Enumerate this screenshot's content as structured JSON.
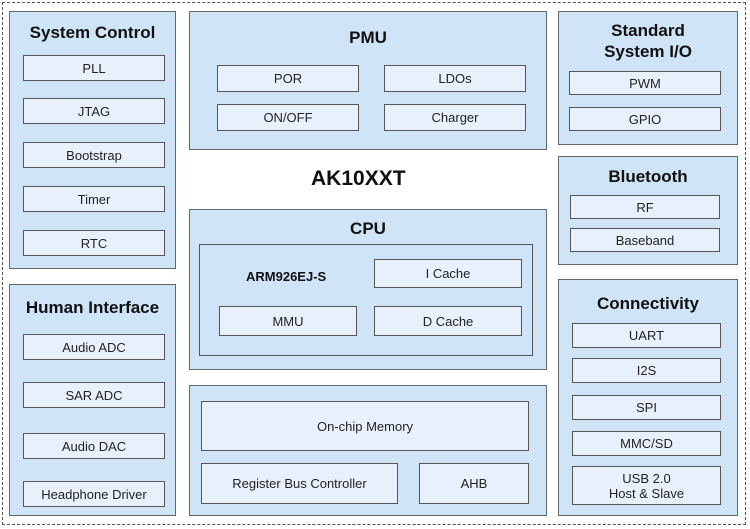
{
  "chip": {
    "title": "AK10XXT"
  },
  "system_control": {
    "title": "System Control",
    "items": [
      "PLL",
      "JTAG",
      "Bootstrap",
      "Timer",
      "RTC"
    ]
  },
  "human_interface": {
    "title": "Human Interface",
    "items": [
      "Audio ADC",
      "SAR  ADC",
      "Audio DAC",
      "Headphone Driver"
    ]
  },
  "pmu": {
    "title": "PMU",
    "items": [
      "POR",
      "LDOs",
      "ON/OFF",
      "Charger"
    ]
  },
  "cpu": {
    "title": "CPU",
    "core_label": "ARM926EJ-S",
    "items": [
      "I Cache",
      "MMU",
      "D Cache"
    ]
  },
  "memory": {
    "onchip": "On-chip Memory",
    "register_bus": "Register Bus Controller",
    "ahb": "AHB"
  },
  "standard_io": {
    "title": "Standard\nSystem I/O",
    "items": [
      "PWM",
      "GPIO"
    ]
  },
  "bluetooth": {
    "title": "Bluetooth",
    "items": [
      "RF",
      "Baseband"
    ]
  },
  "connectivity": {
    "title": "Connectivity",
    "items": [
      "UART",
      "I2S",
      "SPI",
      "MMC/SD",
      "USB 2.0\nHost & Slave"
    ]
  }
}
